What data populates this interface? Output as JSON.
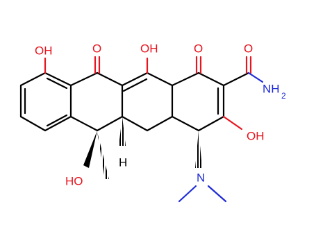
{
  "molecule": {
    "colors": {
      "carbon": "#000000",
      "oxygen": "#e8141e",
      "nitrogen": "#1e2bd6",
      "background": "#ffffff"
    },
    "atom_labels": {
      "hydroxyl_top_left": "OH",
      "ketone_left": "O",
      "hydroxyl_top_middle": "OH",
      "ketone_right": "O",
      "carbonyl_amide": "O",
      "amide_nh": "NH",
      "amide_subscript": "2",
      "hydroxyl_right": "OH",
      "hydroxyl_bottom": "HO",
      "ring_hydrogen": "H",
      "dimethylamino_n": "N"
    }
  }
}
